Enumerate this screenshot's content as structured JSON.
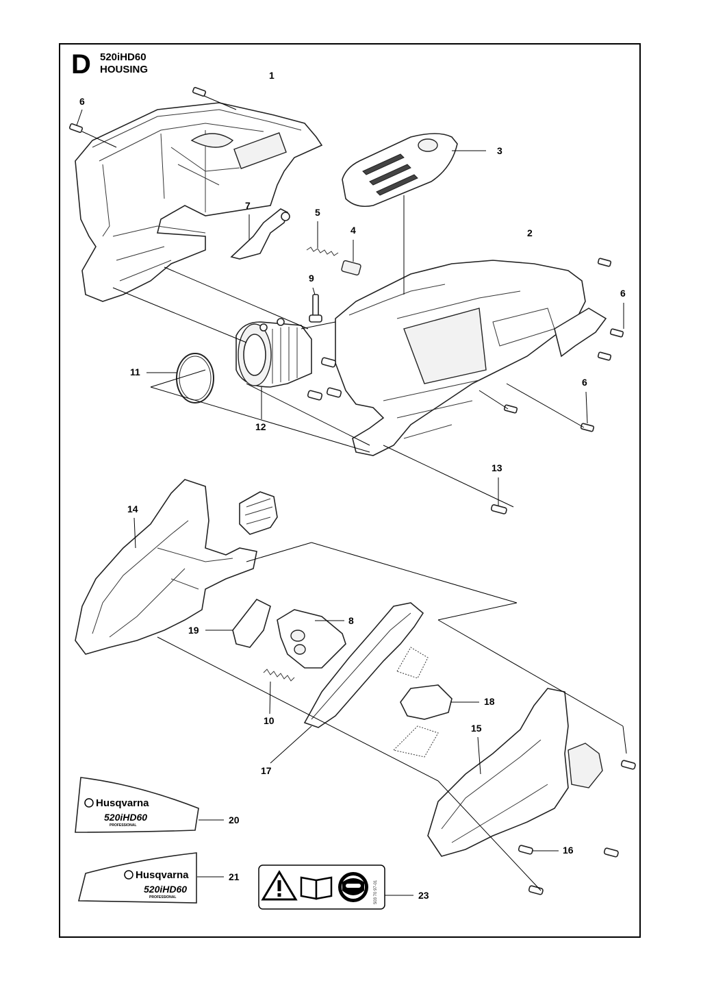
{
  "header": {
    "section_letter": "D",
    "model": "520iHD60",
    "title": "HOUSING"
  },
  "callouts": [
    "1",
    "2",
    "3",
    "4",
    "5",
    "6",
    "6",
    "6",
    "6",
    "7",
    "8",
    "9",
    "10",
    "11",
    "12",
    "13",
    "14",
    "15",
    "16",
    "17",
    "18",
    "19",
    "20",
    "21",
    "23"
  ],
  "decals": {
    "brand": "Husqvarna",
    "model": "520iHD60",
    "edition": "PROFESSIONAL",
    "warning_code": "503 70 97-01"
  }
}
